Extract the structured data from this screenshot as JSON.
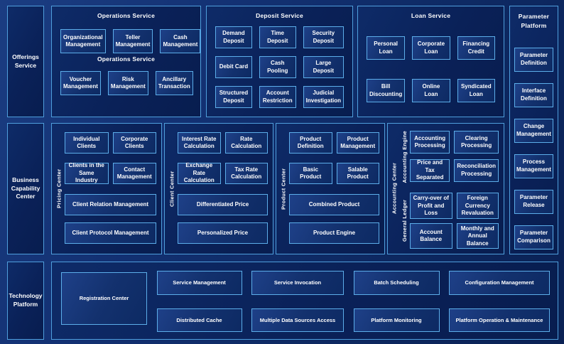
{
  "colors": {
    "background": "#10306e",
    "panel_fill": "#0a2158",
    "panel_border": "#4f9fdd",
    "box_border": "#5caeea",
    "text": "#ffffff"
  },
  "left_rail": {
    "offerings": "Offerings Service",
    "capability": "Business Capability Center",
    "technology": "Technology Platform"
  },
  "operations_service": {
    "title": "Operations Service",
    "mid_label": "Operations Service",
    "row1": [
      "Organizational Management",
      "Teller Management",
      "Cash Management"
    ],
    "row2": [
      "Voucher Management",
      "Risk Management",
      "Ancillary Transaction"
    ]
  },
  "deposit_service": {
    "title": "Deposit Service",
    "items": [
      "Demand Deposit",
      "Time Deposit",
      "Security Deposit",
      "Debit Card",
      "Cash Pooling",
      "Large Deposit",
      "Structured Deposit",
      "Account Restriction",
      "Judicial Investigation"
    ]
  },
  "loan_service": {
    "title": "Loan Service",
    "items": [
      "Personal Loan",
      "Corporate Loan",
      "Financing Credit",
      "Bill Discounting",
      "Online Loan",
      "Syndicated Loan"
    ]
  },
  "parameter_platform": {
    "title": "Parameter Platform",
    "items": [
      "Parameter Definition",
      "Interface Definition",
      "Change Management",
      "Process Management",
      "Parameter Release",
      "Parameter Comparison"
    ]
  },
  "pricing_center": {
    "vertical_label": "Pricing Center",
    "row1": [
      "Individual Clients",
      "Corporate Clients"
    ],
    "row2": [
      "Clients in the Same Industry",
      "Contact Management"
    ],
    "wide1": "Client Relation Management",
    "wide2": "Client Protocol Management"
  },
  "client_center": {
    "vertical_label": "Client Center",
    "row1": [
      "Interest Rate Calculation",
      "Rate Calculation"
    ],
    "row2": [
      "Exchange Rate Calculation",
      "Tax Rate Calculation"
    ],
    "wide1": "Differentiated Price",
    "wide2": "Personalized Price"
  },
  "product_center": {
    "vertical_label": "Product Center",
    "row1": [
      "Product Definition",
      "Product Management"
    ],
    "row2": [
      "Basic Product",
      "Salable Product"
    ],
    "wide1": "Combined Product",
    "wide2": "Product Engine"
  },
  "accounting_center": {
    "vertical_label": "Accounting Center",
    "accounting_engine": {
      "vertical_label": "Accounting Engine",
      "items": [
        "Accounting Processing",
        "Clearing Processing",
        "Price and Tax Separated",
        "Reconciliation Processing"
      ]
    },
    "general_ledger": {
      "vertical_label": "General Ledger",
      "items": [
        "Carry-over of Profit and Loss",
        "Foreign Currency Revaluation",
        "Account Balance",
        "Monthly and Annual Balance"
      ]
    }
  },
  "technology_platform": {
    "registration": "Registration Center",
    "columns": [
      [
        "Service Management",
        "Distributed Cache"
      ],
      [
        "Service Invocation",
        "Multiple Data Sources Access"
      ],
      [
        "Batch Scheduling",
        "Platform Monitoring"
      ],
      [
        "Configuration Management",
        "Platform Operation & Maintenance"
      ]
    ]
  }
}
